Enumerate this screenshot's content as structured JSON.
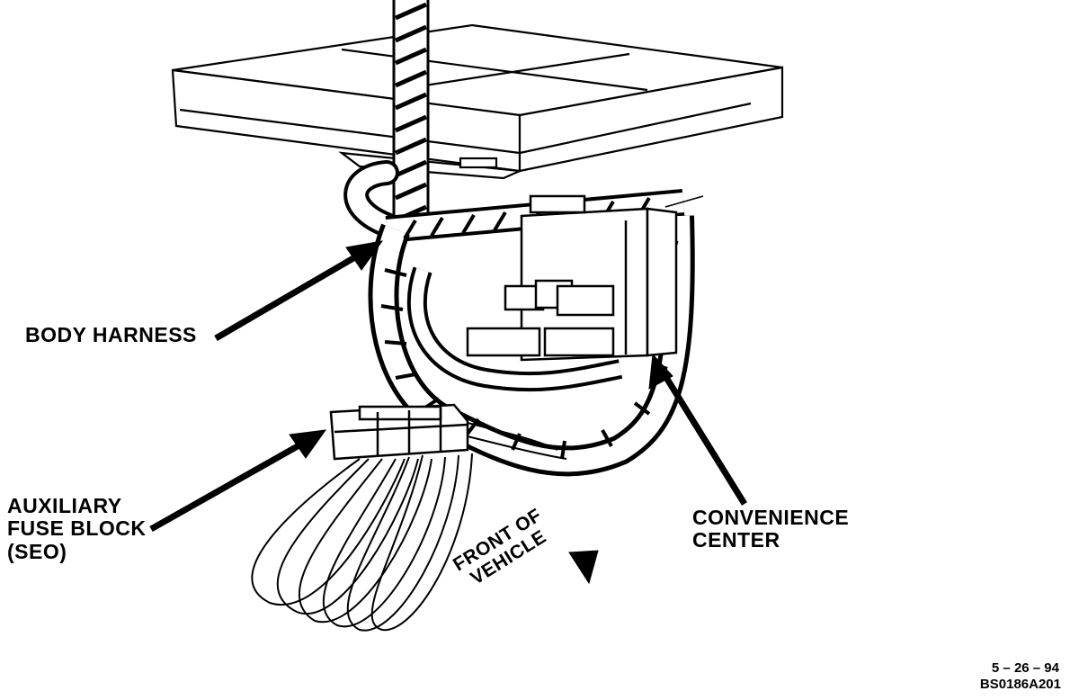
{
  "labels": {
    "body_harness": "BODY HARNESS",
    "auxiliary_fuse_block": [
      "AUXILIARY",
      "FUSE BLOCK",
      "(SEO)"
    ],
    "convenience_center": [
      "CONVENIENCE",
      "CENTER"
    ],
    "front_of_vehicle": [
      "FRONT OF",
      "VEHICLE"
    ],
    "date": "5 – 26 – 94",
    "figure_code": "BS0186A201"
  }
}
